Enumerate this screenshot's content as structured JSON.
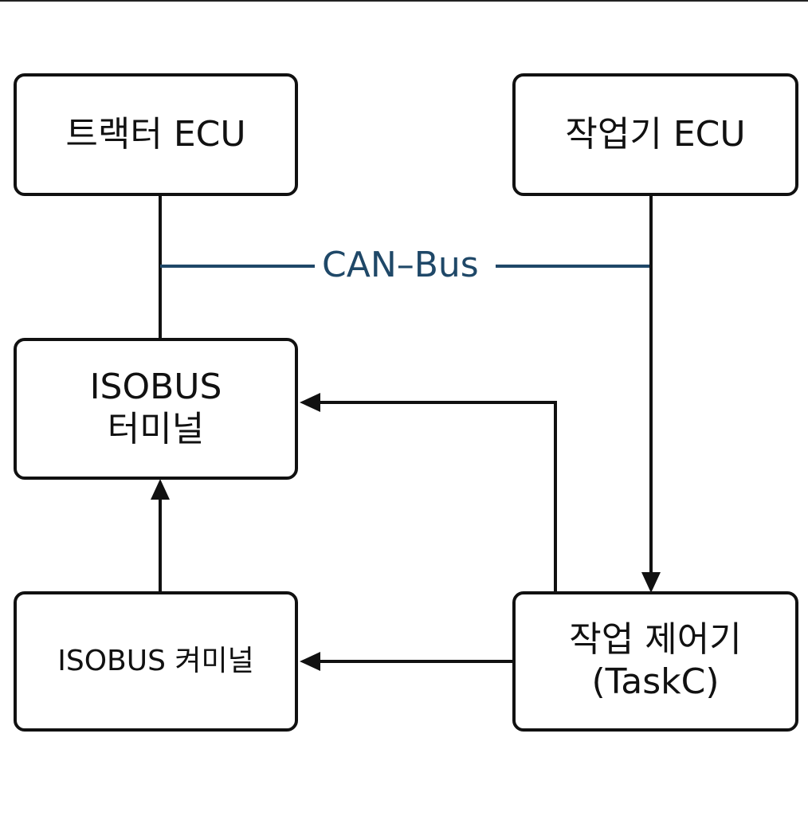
{
  "diagram": {
    "nodes": {
      "tractor_ecu": {
        "line1": "트랙터 ECU"
      },
      "implement_ecu": {
        "line1": "작업기 ECU"
      },
      "isobus_terminal": {
        "line1": "ISOBUS",
        "line2": "터미널"
      },
      "isobus_kommunal": {
        "line1": "ISOBUS 켜미널"
      },
      "task_controller": {
        "line1": "작업 제어기",
        "line2": "(TaskC)"
      }
    },
    "bus": {
      "label": "CAN–Bus"
    },
    "colors": {
      "line": "#111111",
      "bus": "#1f4868"
    }
  }
}
